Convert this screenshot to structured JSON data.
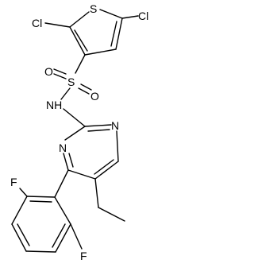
{
  "molecule": {
    "atoms": {
      "S_ring": "S",
      "Cl_left": "Cl",
      "Cl_right": "Cl",
      "S_sulfonyl": "S",
      "O_left": "O",
      "O_right": "O",
      "NH": "NH",
      "N_upper": "N",
      "N_lower": "N",
      "F_upper": "F",
      "F_lower": "F"
    }
  },
  "colors": {
    "ink": "#000000",
    "background": "#ffffff"
  }
}
